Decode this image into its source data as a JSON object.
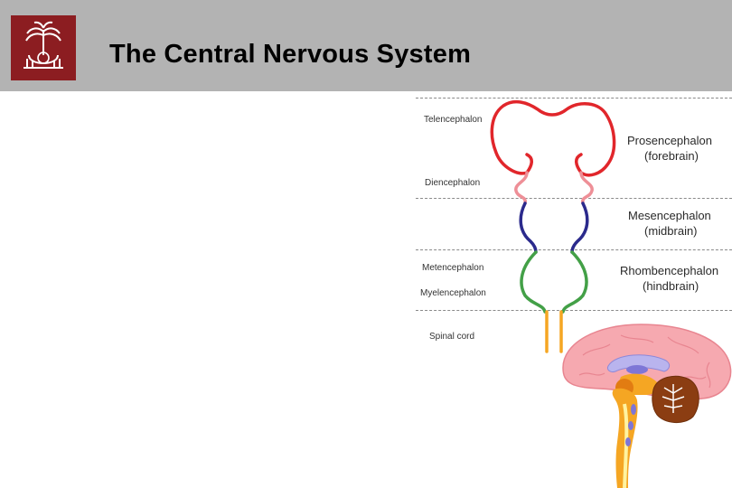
{
  "slide": {
    "title": "The Central Nervous System",
    "header_color": "#b3b3b3",
    "logo_color": "#8c1d21"
  },
  "diagram": {
    "left_labels": {
      "telencephalon": "Telencephalon",
      "diencephalon": "Diencephalon",
      "metencephalon": "Metencephalon",
      "myelencephalon": "Myelencephalon",
      "spinal_cord": "Spinal cord"
    },
    "regions": {
      "forebrain": {
        "name": "Prosencephalon",
        "common": "(forebrain)"
      },
      "midbrain": {
        "name": "Mesencephalon",
        "common": "(midbrain)"
      },
      "hindbrain": {
        "name": "Rhombencephalon",
        "common": "(hindbrain)"
      }
    },
    "colors": {
      "telencephalon": "#e1262b",
      "diencephalon": "#ee8f97",
      "mesencephalon": "#2b2a8c",
      "rhombencephalon": "#43a047",
      "spinal_cord": "#f5a623",
      "cortex": "#f6a9b0",
      "cerebellum": "#8b3d12"
    }
  }
}
